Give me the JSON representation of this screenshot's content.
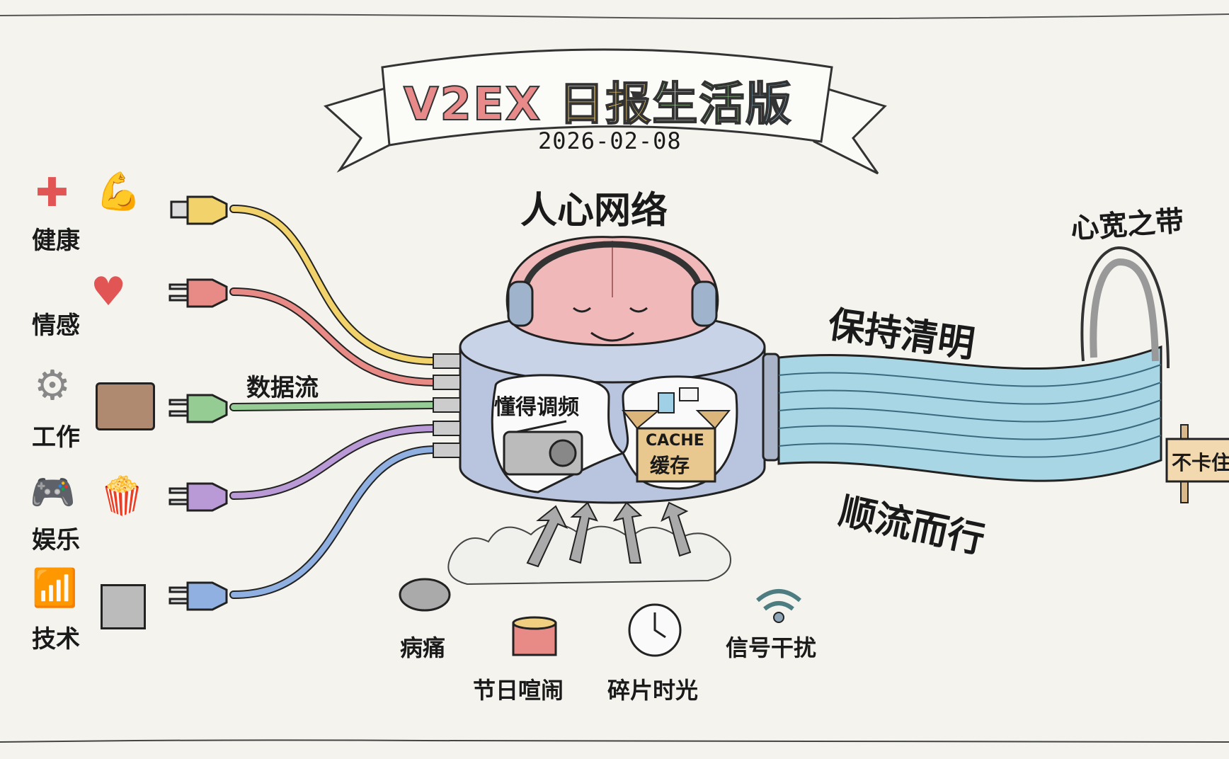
{
  "header": {
    "title_parts": [
      {
        "text": "V2EX",
        "color": "#e88a8a"
      },
      {
        "text": "日报",
        "color": "#f0c96a"
      },
      {
        "text": "生活",
        "color": "#9bcf90"
      },
      {
        "text": "版",
        "color": "#8fc0d8"
      }
    ],
    "date": "2026-02-08"
  },
  "center": {
    "label": "人心网络",
    "left_bubble": "懂得调频",
    "right_bubble_en": "CACHE",
    "right_bubble_zh": "缓存"
  },
  "data_flow_label": "数据流",
  "categories": [
    {
      "label": "健康",
      "icons": [
        "red-cross-icon",
        "flexed-arm-icon"
      ],
      "cable_color": "#f2d36b"
    },
    {
      "label": "情感",
      "icons": [
        "heart-icon"
      ],
      "cable_color": "#e88a86"
    },
    {
      "label": "工作",
      "icons": [
        "gear-icon",
        "briefcase-icon"
      ],
      "cable_color": "#94cc94"
    },
    {
      "label": "娱乐",
      "icons": [
        "gamepad-icon",
        "popcorn-icon"
      ],
      "cable_color": "#b99ad6"
    },
    {
      "label": "技术",
      "icons": [
        "wifi-icon",
        "chip-icon"
      ],
      "cable_color": "#8fb0e0"
    }
  ],
  "right_side": {
    "clarity": "保持清明",
    "flow": "顺流而行",
    "band": "心宽之带",
    "sign": "不卡住"
  },
  "disturbances": [
    {
      "label": "病痛",
      "icon": "storm-cloud-icon"
    },
    {
      "label": "节日喧闹",
      "icon": "party-box-icon"
    },
    {
      "label": "碎片时光",
      "icon": "clock-icon"
    },
    {
      "label": "信号干扰",
      "icon": "glitch-wifi-icon"
    }
  ],
  "colors": {
    "background": "#f4f3ee",
    "cylinder": "#b9c5de",
    "ribbon": "#a9d6e5",
    "brain": "#f0b8b8"
  }
}
